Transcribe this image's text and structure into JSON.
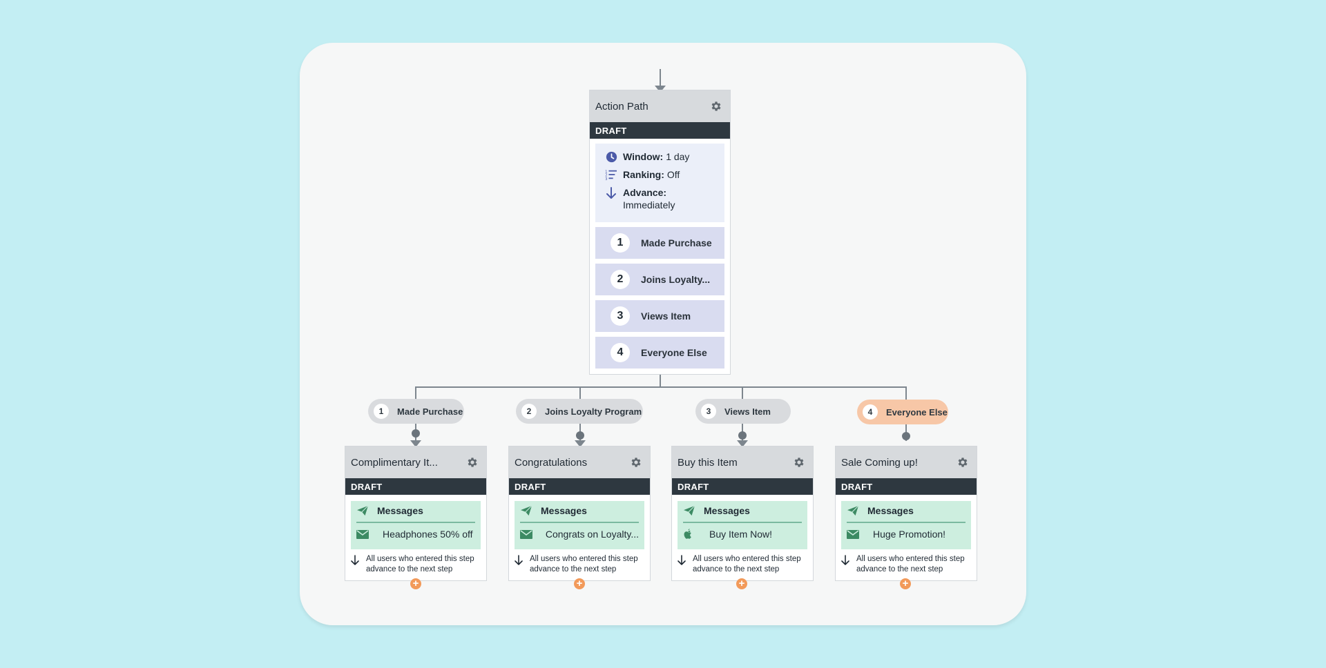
{
  "colors": {
    "background": "#c3eef3",
    "canvas": "#f6f7f7",
    "draft_bar": "#2e3840",
    "path_item": "#d9dcf0",
    "message_box": "#cdeedf",
    "active_pill": "#f7c7a7",
    "add_button": "#f29a5a"
  },
  "action_path": {
    "title": "Action Path",
    "status": "DRAFT",
    "settings": {
      "window_label": "Window:",
      "window_value": "1 day",
      "ranking_label": "Ranking:",
      "ranking_value": "Off",
      "advance_label": "Advance:",
      "advance_value": "Immediately"
    },
    "paths": [
      {
        "num": "1",
        "label": "Made Purchase"
      },
      {
        "num": "2",
        "label": "Joins Loyalty..."
      },
      {
        "num": "3",
        "label": "Views Item"
      },
      {
        "num": "4",
        "label": "Everyone Else"
      }
    ]
  },
  "branches": [
    {
      "pill_num": "1",
      "pill_label": "Made Purchase",
      "title": "Complimentary It...",
      "status": "DRAFT",
      "messages_label": "Messages",
      "message": "Headphones 50% off",
      "message_icon": "envelope-icon",
      "advance_text": "All users who entered this step advance to the next step"
    },
    {
      "pill_num": "2",
      "pill_label": "Joins Loyalty Program",
      "title": "Congratulations",
      "status": "DRAFT",
      "messages_label": "Messages",
      "message": "Congrats on Loyalty...",
      "message_icon": "envelope-icon",
      "advance_text": "All users who entered this step advance to the next step"
    },
    {
      "pill_num": "3",
      "pill_label": "Views Item",
      "title": "Buy this Item",
      "status": "DRAFT",
      "messages_label": "Messages",
      "message": "Buy Item Now!",
      "message_icon": "apple-icon",
      "advance_text": "All users who entered this step advance to the next step"
    },
    {
      "pill_num": "4",
      "pill_label": "Everyone Else",
      "title": "Sale Coming up!",
      "status": "DRAFT",
      "messages_label": "Messages",
      "message": "Huge Promotion!",
      "message_icon": "envelope-icon",
      "advance_text": "All users who entered this step advance to the next step"
    }
  ],
  "add_step_symbol": "+"
}
